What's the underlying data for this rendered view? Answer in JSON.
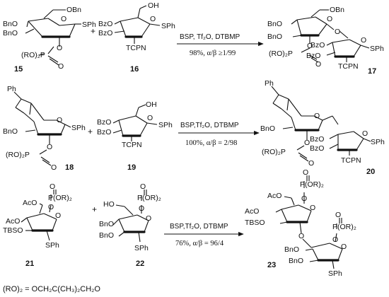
{
  "compounds": {
    "c15": {
      "number": "15",
      "labels": {
        "obn": "OBn",
        "bno": "BnO",
        "o": "O",
        "sph": "SPh",
        "ro2p": "(RO)₂P",
        "o_bot": "O"
      }
    },
    "c16": {
      "number": "16",
      "labels": {
        "oh": "OH",
        "bzo1": "BzO",
        "bzo2": "BzO",
        "o": "O",
        "sph": "SPh",
        "tcpn": "TCPN"
      }
    },
    "c17": {
      "number": "17",
      "labels": {
        "obn": "OBn",
        "bno": "BnO",
        "o1": "O",
        "o2": "O",
        "ro2p": "(RO)₂P",
        "bzo1": "BzO",
        "bzo2": "BzO",
        "o3": "O",
        "sph": "SPh",
        "tcpn": "TCPN"
      }
    },
    "c18": {
      "number": "18",
      "labels": {
        "ph": "Ph",
        "bno": "BnO",
        "o": "O",
        "sph": "SPh",
        "ro2p": "(RO)₂P",
        "o_bot": "O"
      }
    },
    "c19": {
      "number": "19",
      "labels": {
        "oh": "OH",
        "bzo1": "BzO",
        "bzo2": "BzO",
        "o": "O",
        "sph": "SPh",
        "tcpn": "TCPN"
      }
    },
    "c20": {
      "number": "20",
      "labels": {
        "ph": "Ph",
        "bno": "BnO",
        "o": "O",
        "ro2p": "(RO)₂P",
        "bzo1": "BzO",
        "bzo2": "BzO",
        "o2": "O",
        "sph": "SPh",
        "tcpn": "TCPN"
      }
    },
    "c21": {
      "number": "21",
      "labels": {
        "p": "P(OR)₂",
        "aco1": "AcO",
        "aco2": "AcO",
        "tbso": "TBSO",
        "o": "O",
        "sph": "SPh"
      }
    },
    "c22": {
      "number": "22",
      "labels": {
        "p": "P(OR)₂",
        "ho": "HO",
        "bno1": "BnO",
        "bno2": "BnO",
        "o": "O",
        "sph": "SPh"
      }
    },
    "c23": {
      "number": "23",
      "labels": {
        "p1": "P(OR)₂",
        "aco": "AcO",
        "tbso": "TBSO",
        "o": "O",
        "p2": "P(OR)₂",
        "bno1": "BnO",
        "bno2": "BnO",
        "sph": "SPh"
      }
    }
  },
  "reactions": [
    {
      "conditions": "BSP, Tf₂O, DTBMP",
      "yield": "98%, α/β ≥1/99"
    },
    {
      "conditions": "BSP,Tf₂O, DTBMP",
      "yield": "100%, α/β = 2/98"
    },
    {
      "conditions": "BSP,Tf₂O, DTBMP",
      "yield": "76%, α/β = 96/4"
    }
  ],
  "plus_sign": "+",
  "legend": "(RO)₂ = OCH₂C(CH₃)₂CH₂O"
}
